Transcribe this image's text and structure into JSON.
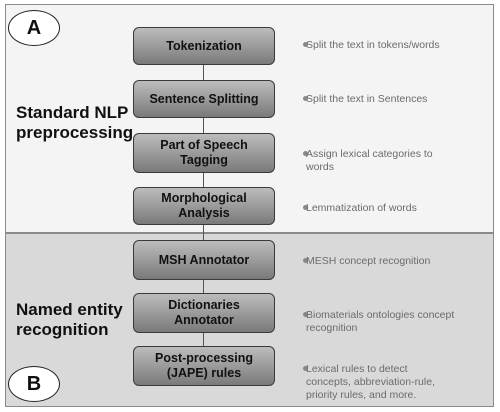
{
  "sections": {
    "a": {
      "badge": "A",
      "title": "Standard NLP\npreprocessing"
    },
    "b": {
      "badge": "B",
      "title": "Named entity\nrecognition"
    }
  },
  "steps": [
    {
      "label": "Tokenization",
      "description": "Split the text in tokens/words"
    },
    {
      "label": "Sentence Splitting",
      "description": "Split the text in Sentences"
    },
    {
      "label": "Part of Speech\nTagging",
      "description": "Assign lexical categories to\nwords"
    },
    {
      "label": "Morphological\nAnalysis",
      "description": "Lemmatization of words"
    },
    {
      "label": "MSH Annotator",
      "description": "MESH concept recognition"
    },
    {
      "label": "Dictionaries\nAnnotator",
      "description": "Biomaterials ontologies concept\nrecognition"
    },
    {
      "label": "Post-processing\n(JAPE) rules",
      "description": "Lexical rules to detect\nconcepts,  abbreviation-rule,\npriority rules, and more."
    }
  ]
}
